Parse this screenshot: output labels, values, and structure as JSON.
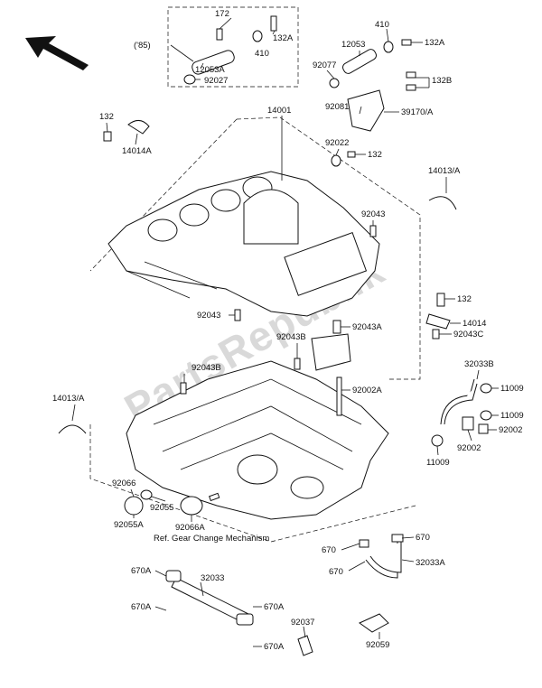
{
  "watermark": "PartsRepublik",
  "labels": {
    "p172": "172",
    "p85": "('85)",
    "p132a_top": "132A",
    "p410_a": "410",
    "p12053a": "12053A",
    "p92027": "92027",
    "p410_b": "410",
    "p12053": "12053",
    "p132a_right": "132A",
    "p92077": "92077",
    "p132b": "132B",
    "p92081": "92081",
    "p39170a": "39170/A",
    "p92022": "92022",
    "p132_mid": "132",
    "p132_left": "132",
    "p14014a": "14014A",
    "p14001": "14001",
    "p14013a_r": "14013/A",
    "p92043_r": "92043",
    "p92043_l": "92043",
    "p132_r": "132",
    "p14014": "14014",
    "p92043c": "92043C",
    "p92043b_a": "92043B",
    "p92043a": "92043A",
    "p92043b_b": "92043B",
    "p92002a": "92002A",
    "p32033b": "32033B",
    "p11009_a": "11009",
    "p14013a_l": "14013/A",
    "p11009_b": "11009",
    "p92002": "92002",
    "p92002_b": "92002",
    "p11009_c": "11009",
    "p92066": "92066",
    "p92055": "92055",
    "p92055a": "92055A",
    "p92066a": "92066A",
    "ref_text": "Ref. Gear Change Mechanism",
    "p670_a": "670",
    "p670_b": "670",
    "p670_c": "670",
    "p32033a": "32033A",
    "p670a_1": "670A",
    "p32033": "32033",
    "p670a_2": "670A",
    "p670a_3": "670A",
    "p92037": "92037",
    "p670a_4": "670A",
    "p92059": "92059"
  }
}
